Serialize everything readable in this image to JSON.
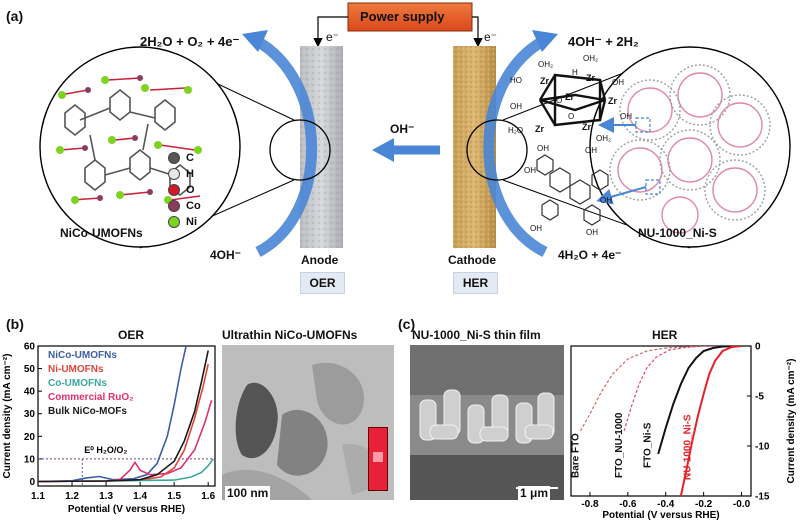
{
  "panel_a": {
    "label": "(a)",
    "power_supply": "Power supply",
    "electron_left": "e⁻",
    "electron_right": "e⁻",
    "oer_equation": "2H₂O + O₂ + 4e⁻",
    "her_equation": "4OH⁻ + 2H₂",
    "hydroxide_ion": "OH⁻",
    "anode_reactant": "4OH⁻",
    "cathode_reactant": "4H₂O + 4e⁻",
    "anode_label": "Anode",
    "cathode_label": "Cathode",
    "oer_box": "OER",
    "her_box": "HER",
    "left_circle_label": "NiCo-UMOFNs",
    "right_circle_label": "NU-1000_Ni-S",
    "legend": [
      {
        "symbol": "C",
        "color": "#555555"
      },
      {
        "symbol": "H",
        "color": "#e8e8e8"
      },
      {
        "symbol": "O",
        "color": "#d11a2a"
      },
      {
        "symbol": "Co",
        "color": "#8b3a62"
      },
      {
        "symbol": "Ni",
        "color": "#7ed321"
      }
    ],
    "zr_cluster": {
      "zr": "Zr",
      "oh2": "OH₂",
      "oh": "OH",
      "h2o": "H₂O",
      "o": "O",
      "h": "H",
      "ho": "HO"
    }
  },
  "panel_b": {
    "label": "(b)",
    "title": "OER",
    "tem_title": "Ultrathin NiCo-UMOFNs",
    "scale_bar": "100 nm",
    "annotation": "E⁰ H₂O/O₂",
    "chart_data": {
      "type": "line",
      "title": "OER",
      "xlabel": "Potential (V versus RHE)",
      "ylabel": "Current density (mA cm⁻²)",
      "xlim": [
        1.1,
        1.62
      ],
      "ylim": [
        -2,
        60
      ],
      "xticks": [
        "1.1",
        "1.2",
        "1.3",
        "1.4",
        "1.5",
        "1.6"
      ],
      "yticks": [
        "0",
        "10",
        "20",
        "30",
        "40",
        "50",
        "60"
      ],
      "reference": {
        "x": 1.23,
        "y": 10
      },
      "series": [
        {
          "name": "NiCo-UMOFNs",
          "color": "#3b5ea8",
          "x": [
            1.1,
            1.2,
            1.24,
            1.28,
            1.32,
            1.38,
            1.42,
            1.45,
            1.48,
            1.5,
            1.52,
            1.535
          ],
          "y": [
            0,
            0.3,
            1.5,
            2.2,
            0.8,
            1.2,
            3,
            8,
            20,
            34,
            50,
            60
          ]
        },
        {
          "name": "Ni-UMOFNs",
          "color": "#e0473a",
          "x": [
            1.1,
            1.3,
            1.4,
            1.46,
            1.5,
            1.53,
            1.56,
            1.585,
            1.6
          ],
          "y": [
            0,
            0.2,
            0.6,
            2,
            6,
            14,
            28,
            42,
            52
          ]
        },
        {
          "name": "Co-UMOFNs",
          "color": "#3aa79c",
          "x": [
            1.1,
            1.3,
            1.5,
            1.55,
            1.58,
            1.6,
            1.615
          ],
          "y": [
            0,
            0.2,
            0.6,
            2,
            4,
            7,
            10
          ]
        },
        {
          "name": "Commercial RuO₂",
          "color": "#e0306e",
          "x": [
            1.1,
            1.3,
            1.34,
            1.37,
            1.385,
            1.4,
            1.43,
            1.48,
            1.52,
            1.56,
            1.59,
            1.61
          ],
          "y": [
            0,
            0.2,
            0.8,
            5,
            8.5,
            5,
            3,
            3.5,
            6,
            14,
            26,
            36
          ]
        },
        {
          "name": "Bulk NiCo-MOFs",
          "color": "#1a1a1a",
          "x": [
            1.1,
            1.3,
            1.4,
            1.45,
            1.5,
            1.53,
            1.56,
            1.58,
            1.6
          ],
          "y": [
            0,
            0.2,
            0.8,
            3,
            9,
            18,
            31,
            44,
            58
          ]
        }
      ]
    }
  },
  "panel_c": {
    "label": "(c)",
    "sem_title": "NU-1000_Ni-S thin film",
    "title": "HER",
    "scale_bar": "1 μm",
    "chart_data": {
      "type": "line",
      "title": "HER",
      "xlabel": "Potential (V versus RHE)",
      "ylabel": "Current density (mA cm⁻²)",
      "xlim": [
        -0.9,
        0.05
      ],
      "ylim": [
        -15,
        0
      ],
      "xticks": [
        "-0.8",
        "-0.6",
        "-0.4",
        "-0.2",
        "-0.0"
      ],
      "yticks": [
        "0",
        "-5",
        "-10",
        "-15"
      ],
      "series": [
        {
          "name": "Bare FTO",
          "color": "#d06a6a",
          "dash": true,
          "x": [
            -0.85,
            -0.8,
            -0.74,
            -0.68,
            -0.6,
            -0.5,
            -0.4,
            -0.3,
            -0.2,
            0.0
          ],
          "y": [
            -8.5,
            -6.8,
            -4.6,
            -2.8,
            -1.3,
            -0.5,
            -0.2,
            -0.1,
            0,
            0
          ]
        },
        {
          "name": "FTO_NU-1000",
          "color": "#e04a6a",
          "dash": true,
          "x": [
            -0.62,
            -0.58,
            -0.54,
            -0.5,
            -0.45,
            -0.38,
            -0.3,
            -0.2,
            0.0
          ],
          "y": [
            -8.5,
            -6,
            -3.8,
            -2.2,
            -1.1,
            -0.4,
            -0.15,
            0,
            0
          ]
        },
        {
          "name": "FTO_Ni-S",
          "color": "#111111",
          "dash": false,
          "x": [
            -0.44,
            -0.4,
            -0.36,
            -0.32,
            -0.28,
            -0.24,
            -0.2,
            -0.15,
            -0.1,
            0.0
          ],
          "y": [
            -10.8,
            -8.2,
            -5.8,
            -3.8,
            -2.2,
            -1.2,
            -0.5,
            -0.2,
            -0.05,
            0
          ]
        },
        {
          "name": "NU-1000_Ni-S",
          "color": "#e8202a",
          "dash": false,
          "x": [
            -0.32,
            -0.29,
            -0.26,
            -0.23,
            -0.2,
            -0.17,
            -0.14,
            -0.1,
            -0.05,
            0.0
          ],
          "y": [
            -15,
            -12.3,
            -9.5,
            -7,
            -4.8,
            -2.8,
            -1.5,
            -0.5,
            -0.1,
            0
          ]
        }
      ]
    }
  }
}
